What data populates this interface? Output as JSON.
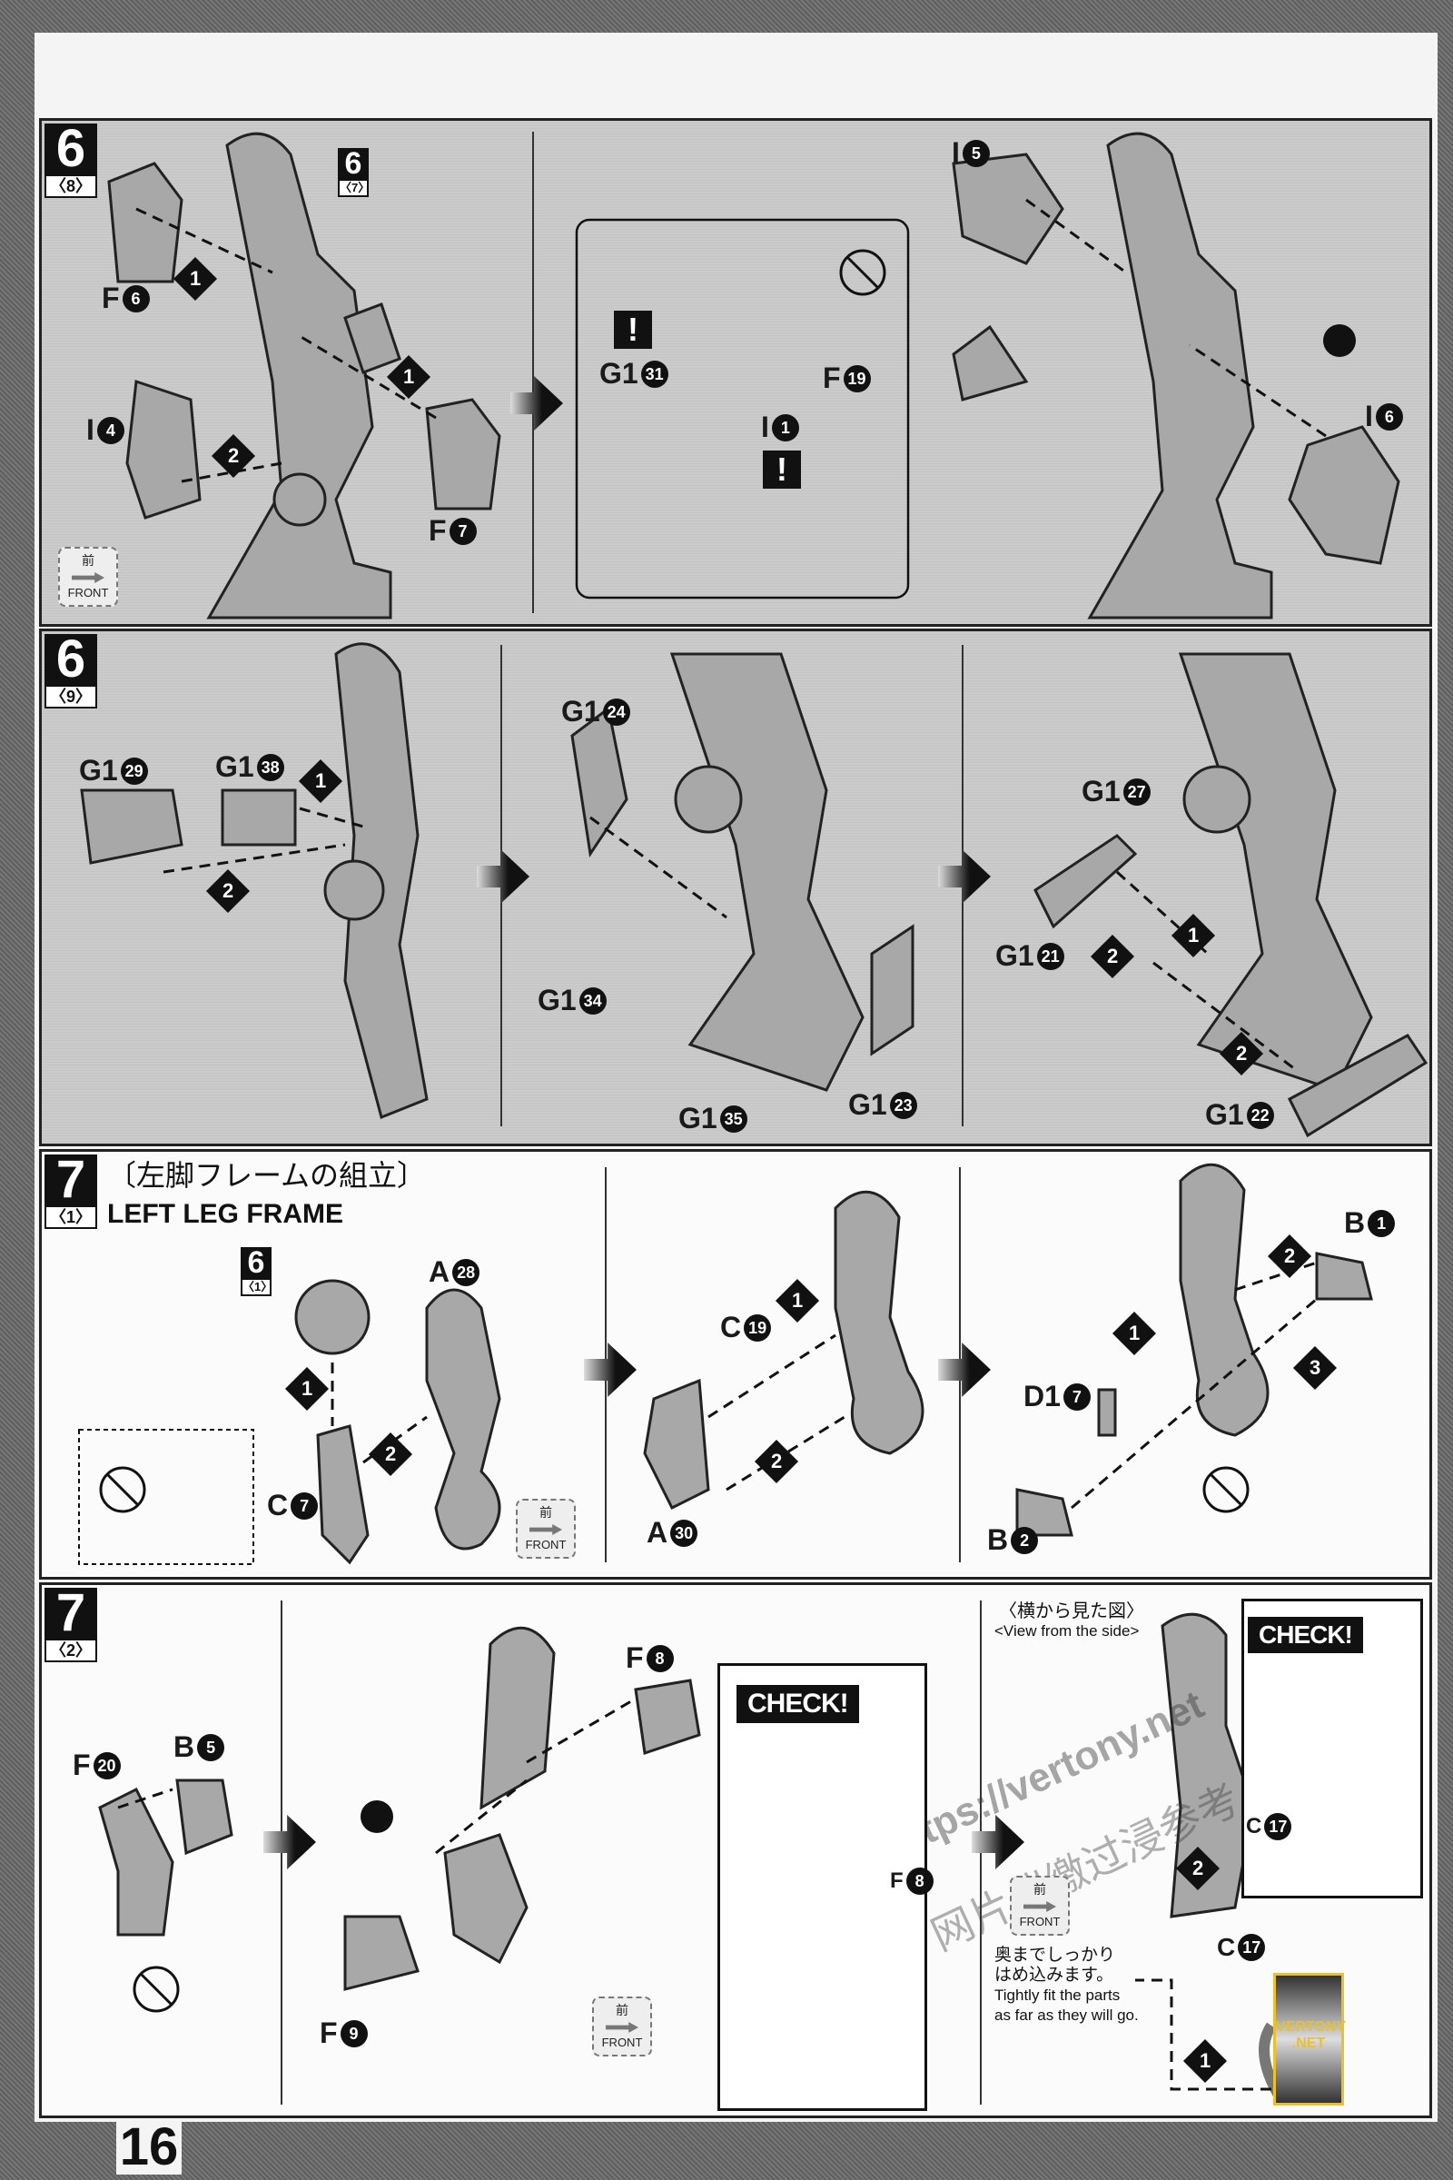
{
  "page_number": "16",
  "front_badge": {
    "kanji": "前",
    "label": "FRONT"
  },
  "panel_6_8": {
    "step": "6",
    "sub": "〈8〉",
    "ref": {
      "step": "6",
      "sub": "〈7〉"
    },
    "parts": [
      {
        "letter": "F",
        "num": "6"
      },
      {
        "letter": "I",
        "num": "4"
      },
      {
        "letter": "F",
        "num": "7"
      },
      {
        "letter": "G1",
        "num": "31"
      },
      {
        "letter": "F",
        "num": "19"
      },
      {
        "letter": "I",
        "num": "1"
      },
      {
        "letter": "I",
        "num": "5"
      },
      {
        "letter": "I",
        "num": "6"
      }
    ],
    "diamonds": [
      "1",
      "1",
      "2"
    ],
    "caution": "!"
  },
  "panel_6_9": {
    "step": "6",
    "sub": "〈9〉",
    "parts": [
      {
        "letter": "G1",
        "num": "29"
      },
      {
        "letter": "G1",
        "num": "38"
      },
      {
        "letter": "G1",
        "num": "24"
      },
      {
        "letter": "G1",
        "num": "34"
      },
      {
        "letter": "G1",
        "num": "35"
      },
      {
        "letter": "G1",
        "num": "23"
      },
      {
        "letter": "G1",
        "num": "27"
      },
      {
        "letter": "G1",
        "num": "21"
      },
      {
        "letter": "G1",
        "num": "22"
      }
    ],
    "diamonds": [
      "1",
      "2",
      "2",
      "1",
      "2"
    ]
  },
  "panel_7_1": {
    "step": "7",
    "sub": "〈1〉",
    "title_jp": "〔左脚フレームの組立〕",
    "title_en": "LEFT LEG FRAME",
    "ref": {
      "step": "6",
      "sub": "〈1〉"
    },
    "parts": [
      {
        "letter": "A",
        "num": "28"
      },
      {
        "letter": "C",
        "num": "7"
      },
      {
        "letter": "C",
        "num": "19"
      },
      {
        "letter": "A",
        "num": "30"
      },
      {
        "letter": "B",
        "num": "1"
      },
      {
        "letter": "D1",
        "num": "7"
      },
      {
        "letter": "B",
        "num": "2"
      }
    ],
    "diamonds": [
      "1",
      "2",
      "1",
      "2",
      "1",
      "2",
      "3"
    ]
  },
  "panel_7_2": {
    "step": "7",
    "sub": "〈2〉",
    "parts": [
      {
        "letter": "F",
        "num": "20"
      },
      {
        "letter": "B",
        "num": "5"
      },
      {
        "letter": "F",
        "num": "8"
      },
      {
        "letter": "F",
        "num": "9"
      },
      {
        "letter": "F",
        "num": "8"
      },
      {
        "letter": "C",
        "num": "17"
      },
      {
        "letter": "C",
        "num": "17"
      }
    ],
    "check": "CHECK!",
    "side_jp": "〈横から見た図〉",
    "side_en": "<View from the side>",
    "note_jp_1": "奥までしっかり",
    "note_jp_2": "はめ込みます。",
    "note_en_1": "Tightly fit the parts",
    "note_en_2": "as far as they will go.",
    "diamonds": [
      "1",
      "2"
    ]
  },
  "watermark": {
    "url": "https://vertony.net",
    "cn": "网片催缴过浸参考",
    "logo_1": "VERTONY",
    "logo_2": ".NET"
  },
  "colors": {
    "panel_gray": "#c9c9c9",
    "ink": "#111111",
    "logo_gold": "#e8c030"
  }
}
